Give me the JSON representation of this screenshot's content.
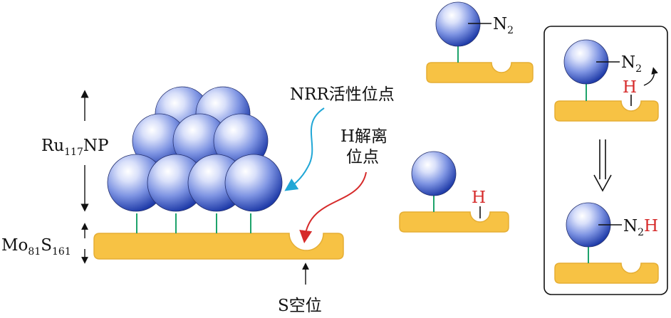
{
  "labels": {
    "ru_np": "Ru",
    "ru_np_sub": "117",
    "ru_np_tail": "NP",
    "mos_mo": "Mo",
    "mos_sub1": "81",
    "mos_s": "S",
    "mos_sub2": "161",
    "nrr_site": "NRR活性位点",
    "h_site_line1": "H解离",
    "h_site_line2": "位点",
    "s_vacancy": "S空位",
    "n2_top": "N",
    "n2_top_sub": "2",
    "h_mid": "H",
    "box_n2": "N",
    "box_n2_sub": "2",
    "box_h": "H",
    "box_product_n": "N",
    "box_product_sub": "2",
    "box_product_h": "H"
  },
  "colors": {
    "support": "#F7C244",
    "support_stroke": "#E0A830",
    "sphere_light": "#FFFFFF",
    "sphere_mid": "#8FA3E8",
    "sphere_dark": "#1F3BA8",
    "bond_green": "#1EA36B",
    "arrow_blue": "#21A7D6",
    "arrow_red": "#D62A2A",
    "text_red": "#D62A2A"
  }
}
